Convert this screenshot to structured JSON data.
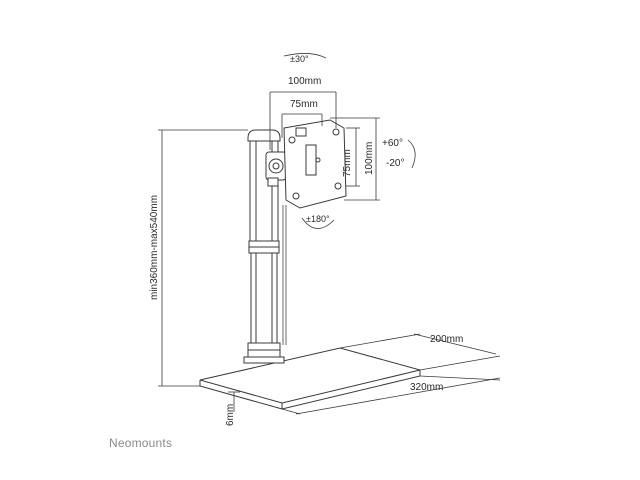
{
  "dimensions": {
    "tilt_swivel_top": "±30°",
    "vesa_horizontal_100": "100mm",
    "vesa_horizontal_75": "75mm",
    "vesa_vertical_75": "75mm",
    "vesa_vertical_100": "100mm",
    "tilt_up": "+60°",
    "tilt_down": "-20°",
    "rotation": "±180°",
    "height_range": "min360mm-max540mm",
    "base_depth": "200mm",
    "base_width": "320mm",
    "base_thickness": "6mm"
  },
  "brand": {
    "name": "Neomounts",
    "color": "#8a8a8a"
  },
  "colors": {
    "line": "#3a3a3a",
    "light_line": "#6a6a6a"
  }
}
